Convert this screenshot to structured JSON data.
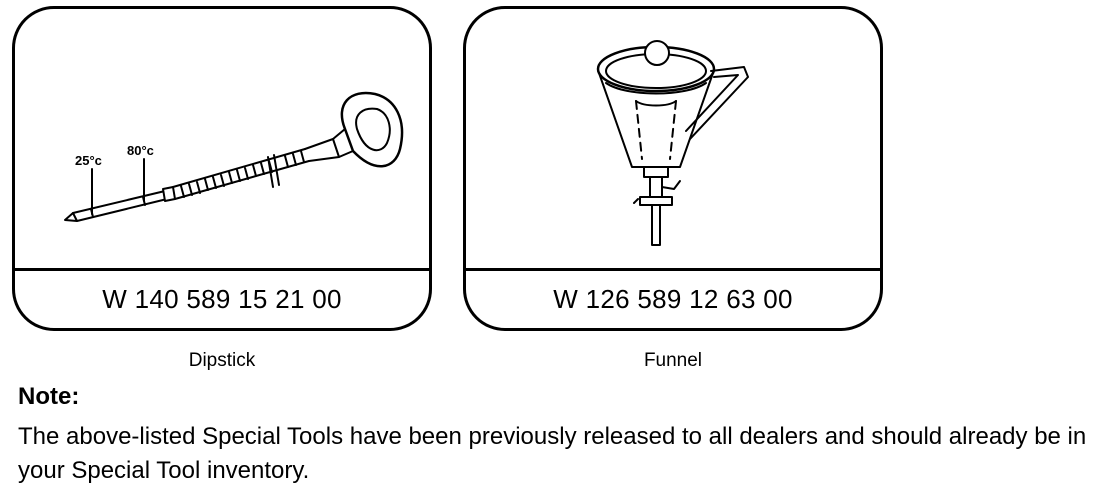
{
  "tools": [
    {
      "part_number": "W 140 589 15 21 00",
      "caption": "Dipstick",
      "labels": {
        "temp_low": "25°c",
        "temp_high": "80°c"
      },
      "icon": "dipstick-illustration"
    },
    {
      "part_number": "W 126 589 12 63 00",
      "caption": "Funnel",
      "icon": "funnel-illustration"
    }
  ],
  "note": {
    "title": "Note:",
    "body": "The above-listed Special Tools have been previously released to all dealers and should already be in your Special Tool inventory."
  }
}
